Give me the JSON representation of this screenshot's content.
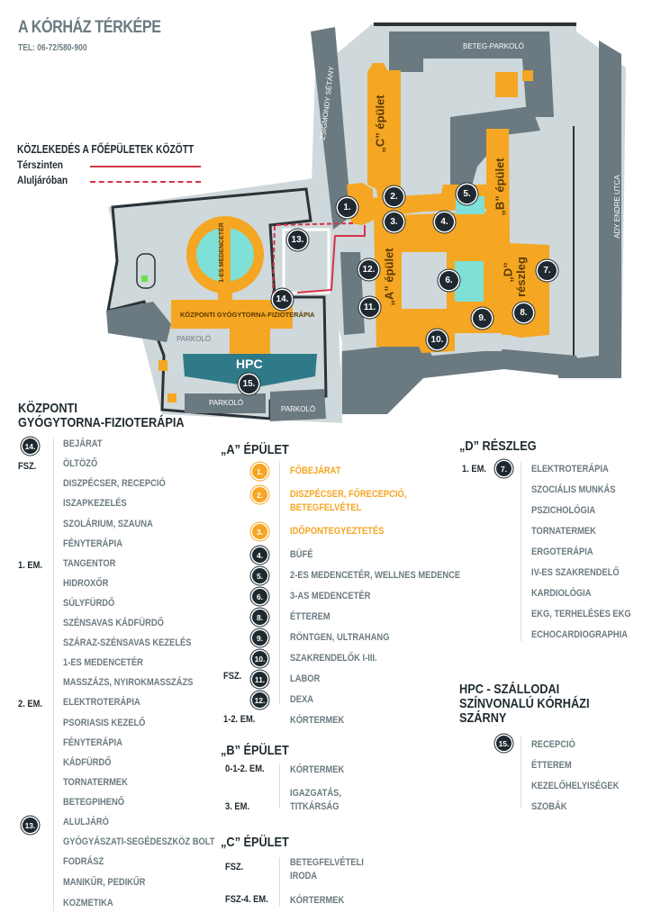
{
  "header": {
    "title": "A KÓRHÁZ TÉRKÉPE",
    "phone": "TEL: 06-72/580-900"
  },
  "legend": {
    "title": "KÖZLEKEDÉS A FŐÉPÜLETEK KÖZÖTT",
    "items": [
      {
        "label": "Térszinten",
        "style": "solid",
        "color": "#d6334a"
      },
      {
        "label": "Aluljáróban",
        "style": "dashed",
        "color": "#d6334a"
      }
    ]
  },
  "colors": {
    "building": "#f5a623",
    "road": "#6b7a80",
    "ground": "#cfd8da",
    "pool": "#7fe0d8",
    "hpc": "#2f7a88",
    "badge": "#1f2a30"
  },
  "map": {
    "street_labels": {
      "zsigmondy": "ZSIGMONDY SÉTÁNY",
      "ady": "ADY ENDRE UTCA",
      "beteg_parkolo": "BETEG-PARKOLÓ",
      "parkolo_1": "PARKOLÓ",
      "parkolo_2": "PARKOLÓ",
      "parkolo_3": "PARKOLÓ"
    },
    "building_labels": {
      "c": "„C” épület",
      "b": "„B” épület",
      "a": "„A” épület",
      "d1": "„D”",
      "d2": "részleg",
      "pool1": "1-ES MEDENCETÉR",
      "kozponti": "KÖZPONTI GYÓGYTORNA-FIZIOTERÁPIA",
      "hpc": "HPC"
    },
    "markers": [
      "1.",
      "2.",
      "3.",
      "4.",
      "5.",
      "6.",
      "7.",
      "8.",
      "9.",
      "10.",
      "11.",
      "12.",
      "13.",
      "14.",
      "15."
    ]
  },
  "kozponti": {
    "title_line1": "KÖZPONTI",
    "title_line2": "GYÓGYTORNA-FIZIOTERÁPIA",
    "badge_14": "14.",
    "badge_13": "13.",
    "floors": {
      "fsz": "FSZ.",
      "em1": "1. EM.",
      "em2": "2. EM."
    },
    "items": [
      "BEJÁRAT",
      "ÖLTÖZŐ",
      "DISZPÉCSER, RECEPCIÓ",
      "ISZAPKEZELÉS",
      "SZOLÁRIUM, SZAUNA",
      "FÉNYTERÁPIA",
      "TANGENTOR",
      "HIDROXŐR",
      "SÚLYFÜRDŐ",
      "SZÉNSAVAS KÁDFÜRDŐ",
      "SZÁRAZ-SZÉNSAVAS KEZELÉS",
      "1-ES MEDENCETÉR",
      "MASSZÁZS, NYIROKMASSZÁZS",
      "ELEKTROTERÁPIA",
      "PSORIASIS KEZELŐ",
      "FÉNYTERÁPIA",
      "KÁDFÜRDŐ",
      "TORNATERMEK",
      "BETEGPIHENŐ",
      "ALULJÁRÓ",
      "GYÓGYÁSZATI-SEGÉDESZKÖZ BOLT",
      "FODRÁSZ",
      "MANIKŰR, PEDIKŰR",
      "KOZMETIKA"
    ]
  },
  "a_epulet": {
    "title": "„A” ÉPÜLET",
    "rows": [
      {
        "badge": "1.",
        "label": "FŐBEJÁRAT",
        "highlight": true
      },
      {
        "badge": "2.",
        "label": "DISZPÉCSER, FŐRECEPCIÓ,",
        "label2": "BETEGFELVÉTEL",
        "highlight": true
      },
      {
        "badge": "3.",
        "label": "IDŐPONTEGYEZTETÉS",
        "highlight": true
      },
      {
        "badge": "4.",
        "label": "BÜFÉ"
      },
      {
        "badge": "5.",
        "label": "2-ES MEDENCETÉR, WELLNES MEDENCE"
      },
      {
        "badge": "6.",
        "label": "3-AS MEDENCETÉR"
      },
      {
        "badge": "8.",
        "label": "ÉTTEREM"
      },
      {
        "badge": "9.",
        "label": "RÖNTGEN, ULTRAHANG"
      },
      {
        "badge": "10.",
        "label": "SZAKRENDELŐK I-III."
      },
      {
        "badge": "11.",
        "label": "LABOR"
      },
      {
        "badge": "12.",
        "label": "DEXA"
      }
    ],
    "floor_fsz": "FSZ.",
    "floor_em": "1-2. EM.",
    "em_item": "KÓRTERMEK"
  },
  "b_epulet": {
    "title": "„B” ÉPÜLET",
    "rows": [
      {
        "floor": "0-1-2. EM.",
        "label": "KÓRTERMEK"
      },
      {
        "floor": "3. EM.",
        "label": "IGAZGATÁS,",
        "label2": "TITKÁRSÁG"
      }
    ]
  },
  "c_epulet": {
    "title": "„C” ÉPÜLET",
    "rows": [
      {
        "floor": "FSZ.",
        "label": "BETEGFELVÉTELI",
        "label2": "IRODA"
      },
      {
        "floor": "FSZ-4. EM.",
        "label": "KÓRTERMEK"
      }
    ]
  },
  "d_reszleg": {
    "title": "„D” RÉSZLEG",
    "floor": "1. EM.",
    "badge": "7.",
    "items": [
      "ELEKTROTERÁPIA",
      "SZOCIÁLIS MUNKÁS",
      "PSZICHOLÓGIA",
      "TORNATERMEK",
      "ERGOTERÁPIA",
      "IV-ES SZAKRENDELŐ",
      "KARDIOLÓGIA",
      "EKG, TERHELÉSES EKG",
      "ECHOCARDIOGRAPHIA"
    ]
  },
  "hpc": {
    "title_line1": "HPC - SZÁLLODAI",
    "title_line2": "SZÍNVONALÚ KÓRHÁZI",
    "title_line3": "SZÁRNY",
    "badge": "15.",
    "items": [
      "RECEPCIÓ",
      "ÉTTEREM",
      "KEZELŐHELYISÉGEK",
      "SZOBÁK"
    ]
  }
}
